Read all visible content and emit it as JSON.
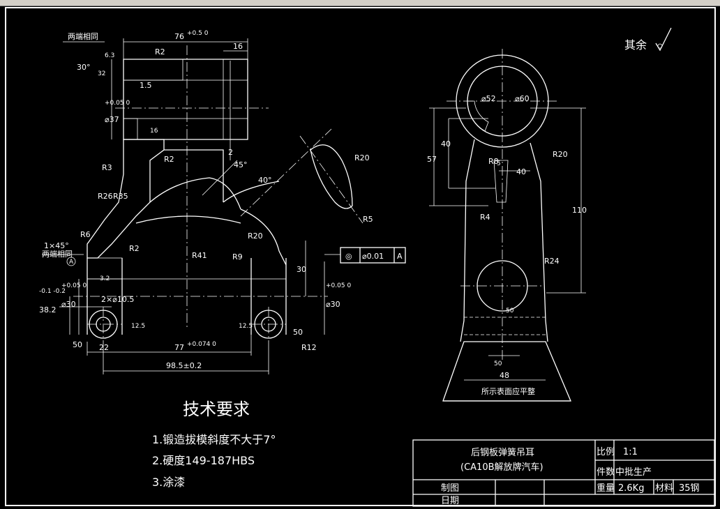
{
  "left_view": {
    "dims": {
      "d76": "76",
      "tol76": "+0.5 0",
      "d16": "16",
      "d6_3_top": "6.3",
      "r2_top": "R2",
      "both_ends_same": "两端相同",
      "ang30": "30°",
      "d32": "32",
      "d1_5": "1.5",
      "dia37": "⌀37",
      "tol37": "+0.05 0",
      "d16b": "16",
      "r3": "R3",
      "r2_mid": "R2",
      "d2": "2",
      "ang45": "45°",
      "ang40": "40°",
      "r20_sec": "R20",
      "r5": "R5",
      "r26": "R26",
      "r35": "R35",
      "r6": "R6",
      "chamfer": "1×45°",
      "both_ends_same2": "两端相同",
      "datum": "A",
      "r2_low": "R2",
      "d3_2": "3.2",
      "r41": "R41",
      "r20_low": "R20",
      "r9": "R9",
      "d30_v": "30",
      "dia30_left": "⌀30",
      "tol30": "+0.05 0",
      "d38_2": "38.2",
      "tol38": "-0.1 -0.2",
      "hole2": "2×⌀10.5",
      "d12_5_a": "12.5",
      "d12_5_b": "12.5",
      "dia30_right": "⌀30",
      "d50_left": "50",
      "d50_right": "50",
      "r12": "R12",
      "d22": "22",
      "d77": "77",
      "tol77": "+0.074 0",
      "d98_5": "98.5±0.2"
    },
    "tolerance_frame": {
      "symbol": "◎",
      "value": "⌀0.01",
      "datum": "A"
    }
  },
  "right_view": {
    "roughness_note": "其余",
    "dims": {
      "dia52": "⌀52",
      "dia60": "⌀60",
      "d57": "57",
      "d40_v": "40",
      "r8": "R8",
      "d5": "5",
      "d40_h": "40",
      "r20": "R20",
      "d110": "110",
      "r4": "R4",
      "r24": "R24",
      "d50_a": "50",
      "d50_b": "50",
      "d48": "48"
    },
    "base_note": "所示表面应平整"
  },
  "tech_requirements": {
    "title": "技术要求",
    "items": [
      "1.锻造拔模斜度不大于7°",
      "2.硬度149-187HBS",
      "3.涂漆"
    ]
  },
  "title_block": {
    "part_name": "后钢板弹簧吊耳",
    "vehicle": "(CA10B解放牌汽车)",
    "scale_label": "比例",
    "scale_value": "1:1",
    "qty_label": "件数",
    "qty_value": "中批生产",
    "weight_label": "重量",
    "weight_value": "2.6Kg",
    "material_label": "材料",
    "material_value": "35钢",
    "drawn_label": "制图",
    "date_label": "日期"
  }
}
